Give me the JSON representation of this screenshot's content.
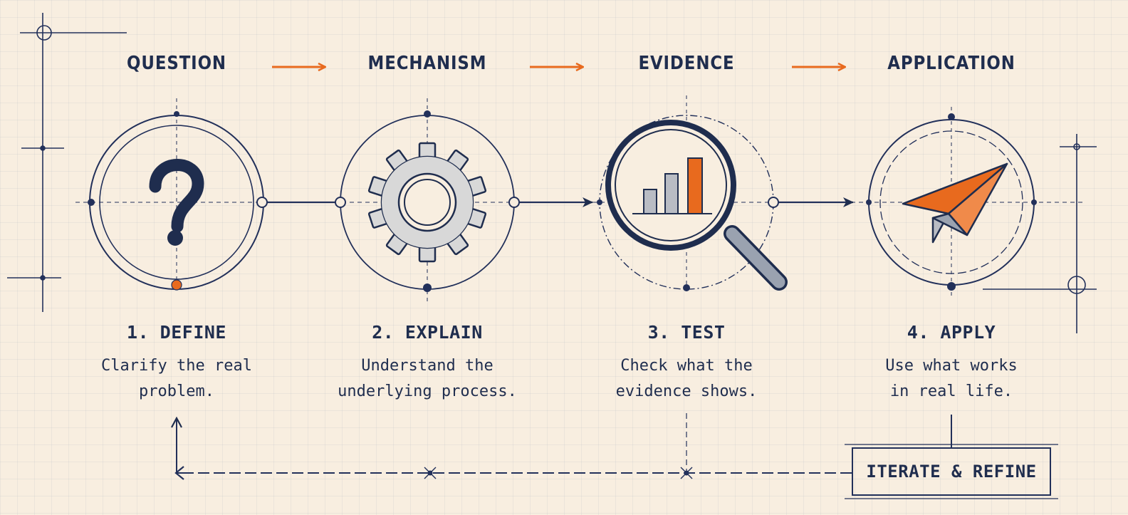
{
  "headers": [
    {
      "label": "QUESTION"
    },
    {
      "label": "MECHANISM"
    },
    {
      "label": "EVIDENCE"
    },
    {
      "label": "APPLICATION"
    }
  ],
  "steps": [
    {
      "title": "1. DEFINE",
      "desc_line1": "Clarify the real",
      "desc_line2": "problem.",
      "icon": "question-mark-icon"
    },
    {
      "title": "2. EXPLAIN",
      "desc_line1": "Understand the",
      "desc_line2": "underlying process.",
      "icon": "gear-icon"
    },
    {
      "title": "3. TEST",
      "desc_line1": "Check what the",
      "desc_line2": "evidence shows.",
      "icon": "magnifier-chart-icon"
    },
    {
      "title": "4. APPLY",
      "desc_line1": "Use what works",
      "desc_line2": "in real life.",
      "icon": "paper-plane-icon"
    }
  ],
  "loop": {
    "label": "ITERATE & REFINE",
    "icon": "loop-back-arrow-icon"
  },
  "colors": {
    "ink": "#1f2d4e",
    "accent": "#e86a1e",
    "background": "#f8eee0",
    "grid": "#c7cdd8",
    "gear_fill": "#d8d8d8"
  }
}
